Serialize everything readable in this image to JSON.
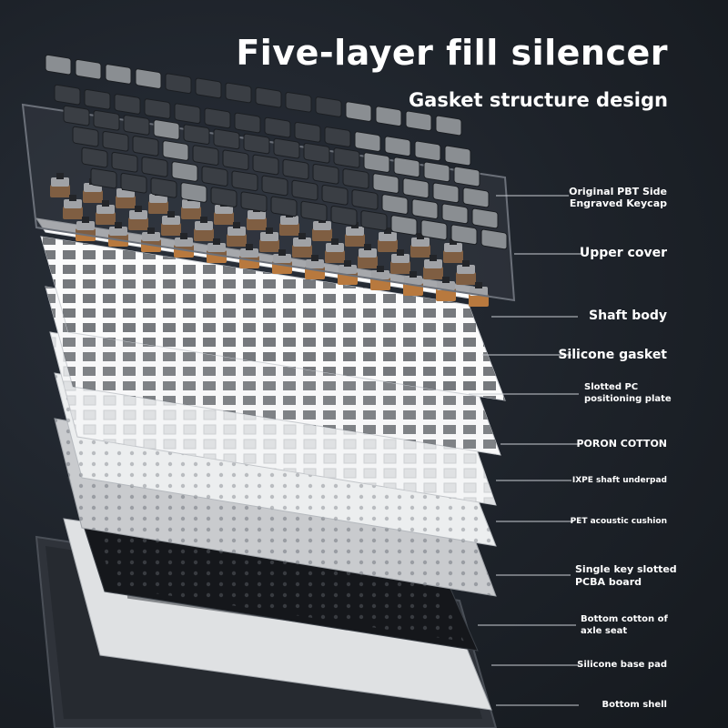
{
  "header": {
    "title": "Five-layer fill silencer",
    "subtitle": "Gasket structure design"
  },
  "layers": [
    {
      "label": "Original PBT Side",
      "label2": "Engraved Keycap"
    },
    {
      "label": "Upper cover"
    },
    {
      "label": "Shaft body"
    },
    {
      "label": "Silicone gasket"
    },
    {
      "label": "Slotted PC",
      "label2": "positioning plate"
    },
    {
      "label": "PORON COTTON"
    },
    {
      "label": "IXPE shaft underpad"
    },
    {
      "label": "PET acoustic cushion"
    },
    {
      "label": "Single key slotted",
      "label2": "PCBA board"
    },
    {
      "label": "Bottom cotton of",
      "label2": "axle seat"
    },
    {
      "label": "Silicone base pad"
    },
    {
      "label": "Bottom shell"
    }
  ],
  "colors": {
    "background": "#1d2229",
    "keycap_dark": "#3a3e44",
    "keycap_light": "#8a8e92",
    "switch_body": "#b8793e",
    "plate_white": "#f1f1f1",
    "accent_purple": "#b070ff"
  }
}
